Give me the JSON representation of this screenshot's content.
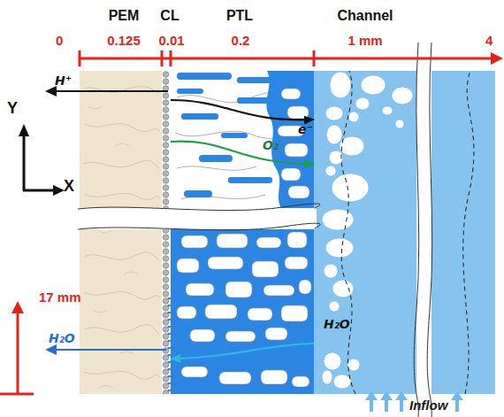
{
  "diagram": {
    "nodes": [
      {
        "text": [
          "PEM"
        ]
      },
      {
        "text": [
          "CL"
        ]
      },
      {
        "text": [
          "PTL"
        ]
      },
      {
        "text": [
          "Channel"
        ]
      }
    ],
    "edges": [
      {
        "from": 1,
        "to": 3,
        "arrow": "to",
        "label": "e⁻"
      },
      {
        "from": 1,
        "to": 3,
        "arrow": "to",
        "label": "O₂"
      },
      {
        "from": 3,
        "to": 1,
        "arrow": "to",
        "label": "H₂O"
      }
    ],
    "labels": [
      "0",
      "0.125",
      "0.01",
      "0.2",
      "1 mm",
      "4",
      "Y",
      "X",
      "H⁺",
      "H₂O",
      "17 mm",
      "Inflow"
    ]
  }
}
